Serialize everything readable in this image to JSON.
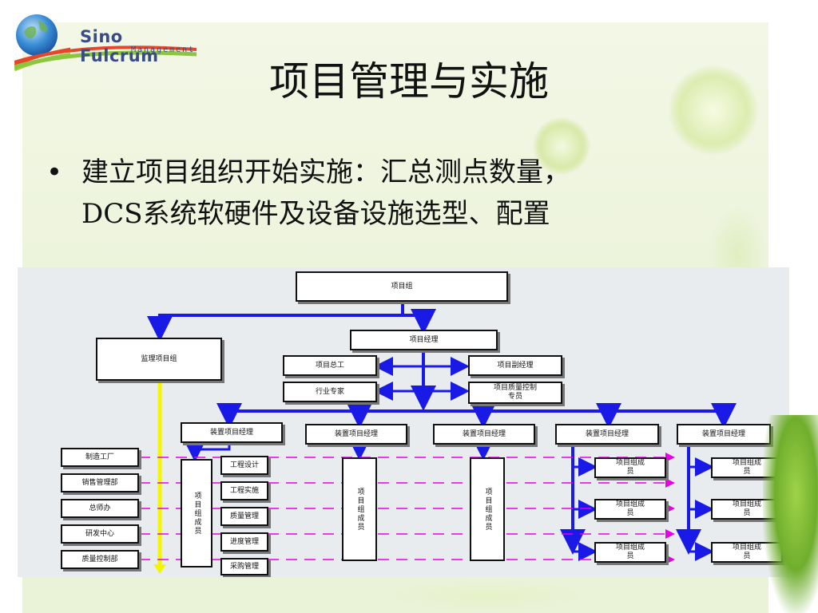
{
  "logo": {
    "name": "Sino Fulcrum",
    "sub": "Management"
  },
  "title": "项目管理与实施",
  "bullet": {
    "marker": "•",
    "line1": "建立项目组织开始实施：汇总测点数量，",
    "line2": "DCS系统软硬件及设备设施选型、配置"
  },
  "colors": {
    "blue_arrow": "#1a1ae6",
    "magenta_dash": "#e600e6",
    "yellow_line": "#f5f500"
  },
  "org": {
    "top": "项目组",
    "manager": "项目经理",
    "supervision": "监理项目组",
    "chief_engineer": "项目总工",
    "deputy_manager": "项目副经理",
    "industry_expert": "行业专家",
    "quality_control": "项目质量控制专员",
    "unit_managers": [
      "装置项目经理",
      "装置项目经理",
      "装置项目经理",
      "装置项目经理",
      "装置项目经理"
    ],
    "departments": [
      "制造工厂",
      "销售管理部",
      "总师办",
      "研发中心",
      "质量控制部"
    ],
    "team_members_vertical": "项目组成员",
    "functions": [
      "工程设计",
      "工程实施",
      "质量管理",
      "进度管理",
      "采购管理"
    ],
    "member_box": "项目组成员"
  }
}
